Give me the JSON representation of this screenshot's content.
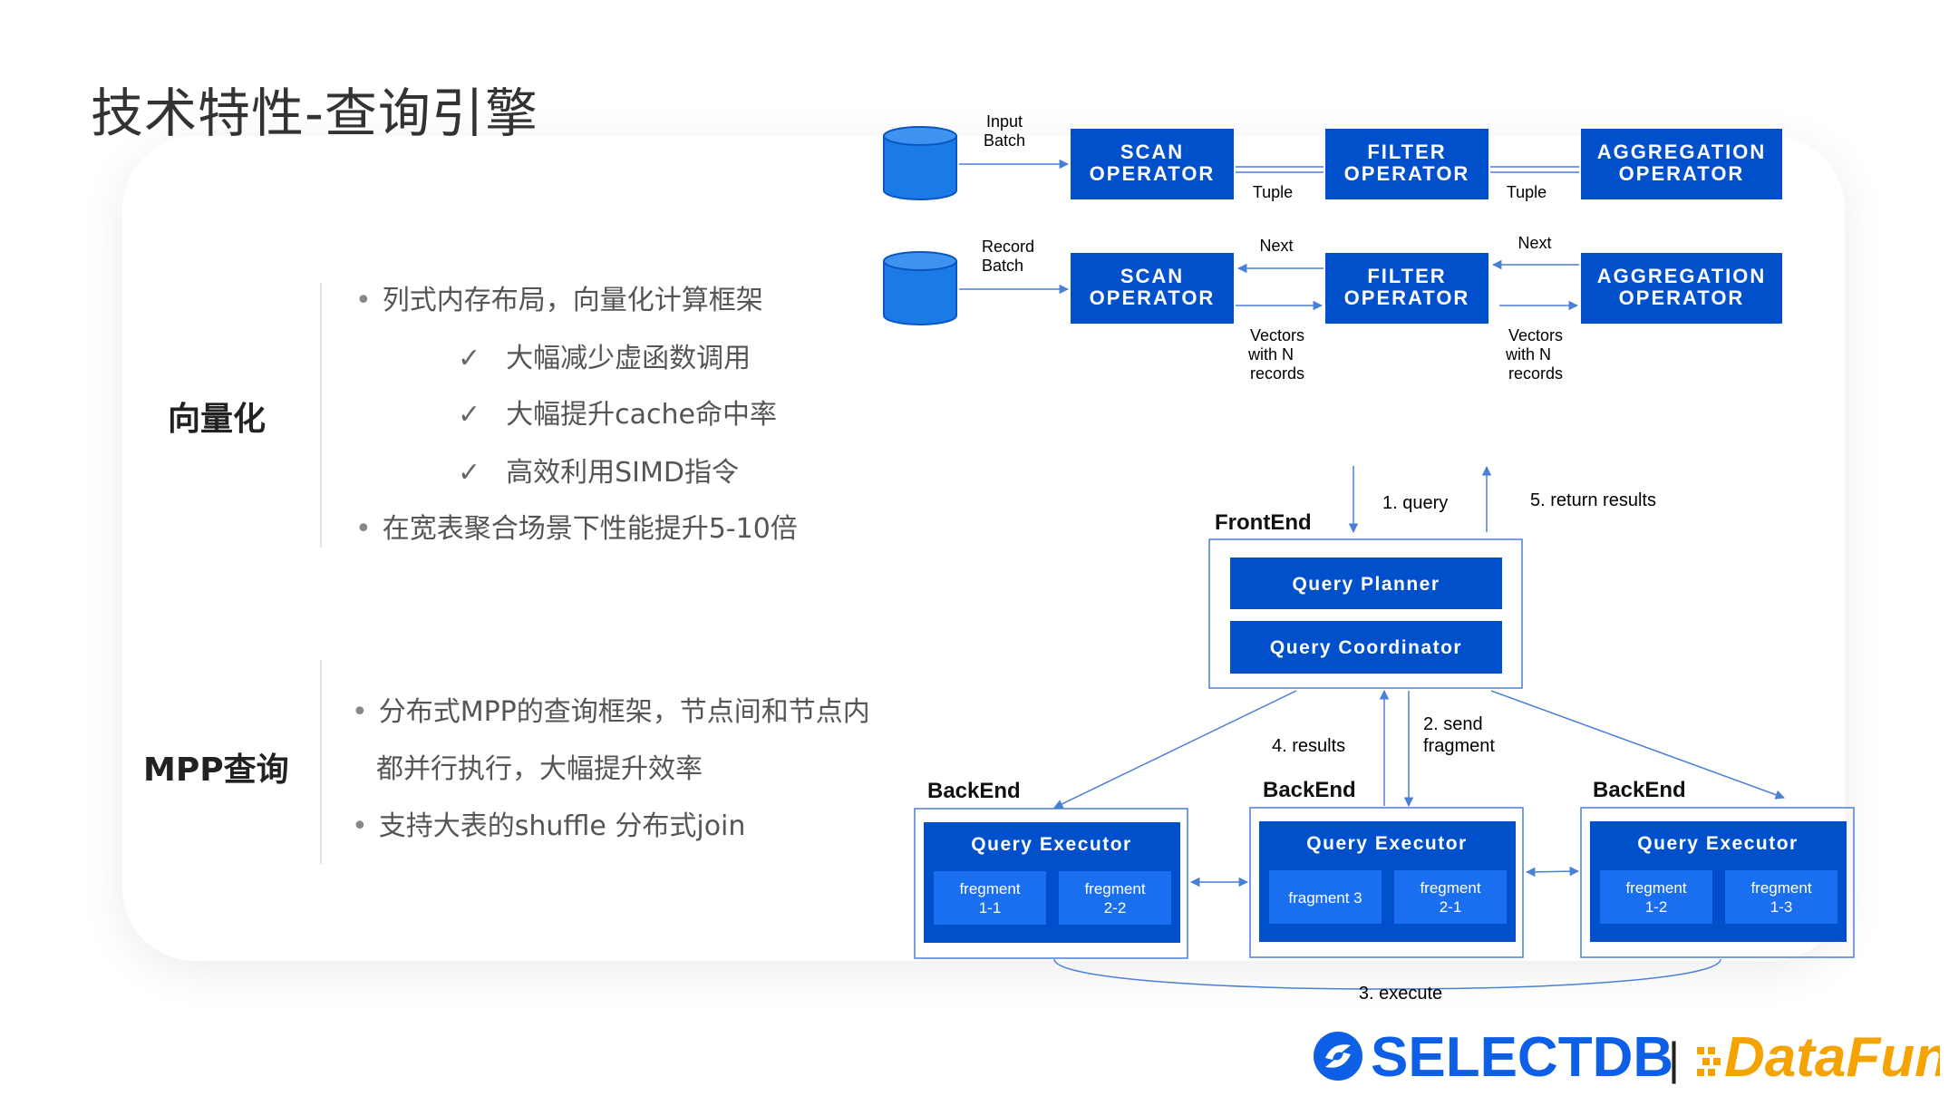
{
  "page": {
    "title": "技术特性-查询引擎"
  },
  "section_vectorization": {
    "title": "向量化",
    "bullets": [
      {
        "text": "列式内存布局，向量化计算框架",
        "level": 1
      },
      {
        "text": "大幅减少虚函数调用",
        "level": 2
      },
      {
        "text": "大幅提升cache命中率",
        "level": 2
      },
      {
        "text": "高效利用SIMD指令",
        "level": 2
      },
      {
        "text": "在宽表聚合场景下性能提升5-10倍",
        "level": 1
      }
    ]
  },
  "section_mpp": {
    "title": "MPP查询",
    "bullets": [
      {
        "text": "分布式MPP的查询框架，节点间和节点内",
        "level": 1
      },
      {
        "text": "都并行执行，大幅提升效率",
        "level": 0
      },
      {
        "text": "支持大表的shuffle 分布式join",
        "level": 1
      }
    ]
  },
  "pipeline": {
    "row1": {
      "input_label": [
        "Input",
        "Batch"
      ],
      "operators": [
        [
          "SCAN",
          "OPERATOR"
        ],
        [
          "FILTER",
          "OPERATOR"
        ],
        [
          "AGGREGATION",
          "OPERATOR"
        ]
      ],
      "edge_labels": [
        "Tuple",
        "Tuple"
      ]
    },
    "row2": {
      "input_label": [
        "Record",
        "Batch"
      ],
      "operators": [
        [
          "SCAN",
          "OPERATOR"
        ],
        [
          "FILTER",
          "OPERATOR"
        ],
        [
          "AGGREGATION",
          "OPERATOR"
        ]
      ],
      "next_labels": [
        "Next",
        "Next"
      ],
      "vector_labels": [
        [
          "Vectors",
          "with N",
          "records"
        ],
        [
          "Vectors",
          "with N",
          "records"
        ]
      ]
    }
  },
  "mpp_diagram": {
    "frontend": {
      "title": "FrontEnd",
      "planner": "Query Planner",
      "coordinator": "Query Coordinator"
    },
    "flow_labels": {
      "query": "1. query",
      "send_fragment": [
        "2. send",
        "fragment"
      ],
      "execute": "3. execute",
      "results": "4. results",
      "return_results": "5. return results"
    },
    "backends": [
      {
        "title": "BackEnd",
        "executor": "Query Executor",
        "fragments": [
          [
            "fregment",
            "1-1"
          ],
          [
            "fregment",
            "2-2"
          ]
        ]
      },
      {
        "title": "BackEnd",
        "executor": "Query Executor",
        "fragments": [
          [
            "fragment 3"
          ],
          [
            "fregment",
            "2-1"
          ]
        ]
      },
      {
        "title": "BackEnd",
        "executor": "Query Executor",
        "fragments": [
          [
            "fregment",
            "1-2"
          ],
          [
            "fregment",
            "1-3"
          ]
        ]
      }
    ]
  },
  "logo": {
    "brand1": "SELECTDB",
    "separator": "|",
    "brand2": "DataFun."
  },
  "colors": {
    "operator_blue": "#0050cc",
    "fragment_blue": "#1a6ff0",
    "line_blue": "#4a7fd6",
    "logo_blue": "#0d5fe6",
    "logo_orange": "#f5a300"
  }
}
